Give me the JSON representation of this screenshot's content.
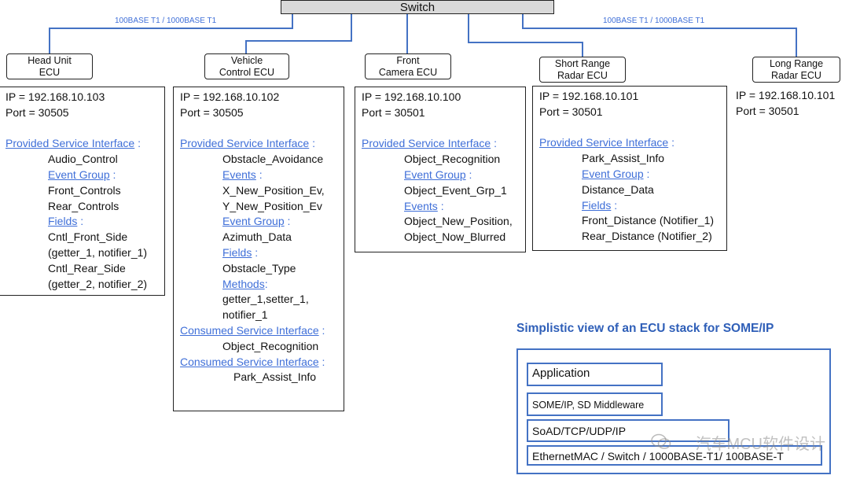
{
  "switch": {
    "label": "Switch"
  },
  "links": {
    "left_label": "100BASE T1 / 1000BASE T1",
    "right_label": "100BASE T1 / 1000BASE T1"
  },
  "ecus": {
    "head_unit": {
      "tag": [
        "Head Unit",
        "ECU"
      ],
      "ip": "IP = 192.168.10.103",
      "port": "Port = 30505",
      "provided_heading": "Provided Service Interface",
      "service": "Audio_Control",
      "event_group_heading": "Event Group",
      "event_groups": [
        "Front_Controls",
        "Rear_Controls"
      ],
      "fields_heading": "Fields",
      "fields": [
        "Cntl_Front_Side",
        "(getter_1, notifier_1)",
        "Cntl_Rear_Side",
        "(getter_2, notifier_2)"
      ]
    },
    "vehicle_control": {
      "tag": [
        "Vehicle",
        "Control ECU"
      ],
      "ip": "IP = 192.168.10.102",
      "port": "Port = 30505",
      "provided_heading": "Provided Service Interface",
      "service": "Obstacle_Avoidance",
      "events_heading": "Events",
      "events": [
        "X_New_Position_Ev,",
        "Y_New_Position_Ev"
      ],
      "event_group_heading": "Event Group",
      "event_groups": [
        "Azimuth_Data"
      ],
      "fields_heading": "Fields",
      "fields": [
        "Obstacle_Type"
      ],
      "methods_heading": "Methods",
      "methods": [
        "getter_1,setter_1,",
        "notifier_1"
      ],
      "consumed_heading": "Consumed Service Interface",
      "consumed_1": "Object_Recognition",
      "consumed_heading_2": "Consumed Service Interface",
      "consumed_2": "Park_Assist_Info"
    },
    "front_camera": {
      "tag": [
        "Front",
        "Camera ECU"
      ],
      "ip": "IP = 192.168.10.100",
      "port": "Port = 30501",
      "provided_heading": "Provided Service Interface",
      "service": "Object_Recognition",
      "event_group_heading": "Event Group",
      "event_groups": [
        "Object_Event_Grp_1"
      ],
      "events_heading": "Events",
      "events": [
        "Object_New_Position,",
        "Object_Now_Blurred"
      ]
    },
    "short_range_radar": {
      "tag": [
        "Short Range",
        "Radar ECU"
      ],
      "ip": "IP = 192.168.10.101",
      "port": "Port = 30501",
      "provided_heading": "Provided Service Interface",
      "service": "Park_Assist_Info",
      "event_group_heading": "Event Group",
      "event_groups": [
        "Distance_Data"
      ],
      "fields_heading": "Fields",
      "fields": [
        "Front_Distance (Notifier_1)",
        "Rear_Distance (Notifier_2)"
      ]
    },
    "long_range_radar": {
      "tag": [
        "Long Range",
        "Radar ECU"
      ],
      "ip": "IP = 192.168.10.101",
      "port": "Port = 30501"
    }
  },
  "stack": {
    "title": "Simplistic view of an ECU stack for SOME/IP",
    "layers": [
      "Application",
      "SOME/IP, SD Middleware",
      "SoAD/TCP/UDP/IP",
      "EthernetMAC / Switch / 1000BASE-T1/ 100BASE-T"
    ]
  },
  "watermark": {
    "text": "汽车MCU软件设计"
  },
  "colors": {
    "line": "#4472c4",
    "link_text": "#3f6fd8",
    "switch_fill": "#d9d9d9"
  }
}
